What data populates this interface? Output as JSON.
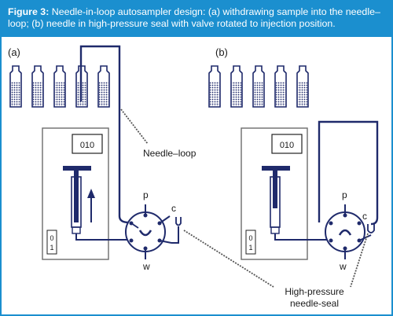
{
  "caption": {
    "figure_label": "Figure 3:",
    "text": " Needle-in-loop autosampler design: (a) withdrawing sample into the needle–loop; (b) needle in high-pressure seal with valve rotated to injection position."
  },
  "panel_a": {
    "label": "(a)",
    "display_value": "010",
    "valve_ports": {
      "p": "p",
      "c": "c",
      "w": "w"
    },
    "indicator": "0\n1",
    "indicator_top": "0",
    "indicator_bottom": "1"
  },
  "panel_b": {
    "label": "(b)",
    "display_value": "010",
    "valve_ports": {
      "p": "p",
      "c": "c",
      "w": "w"
    },
    "indicator_top": "0",
    "indicator_bottom": "1"
  },
  "callouts": {
    "needle_loop": "Needle–loop",
    "seal_line1": "High-pressure",
    "seal_line2": "needle-seal"
  },
  "colors": {
    "accent": "#1b8fcf",
    "line": "#1f2a6b",
    "frame": "#6d6d6d"
  }
}
